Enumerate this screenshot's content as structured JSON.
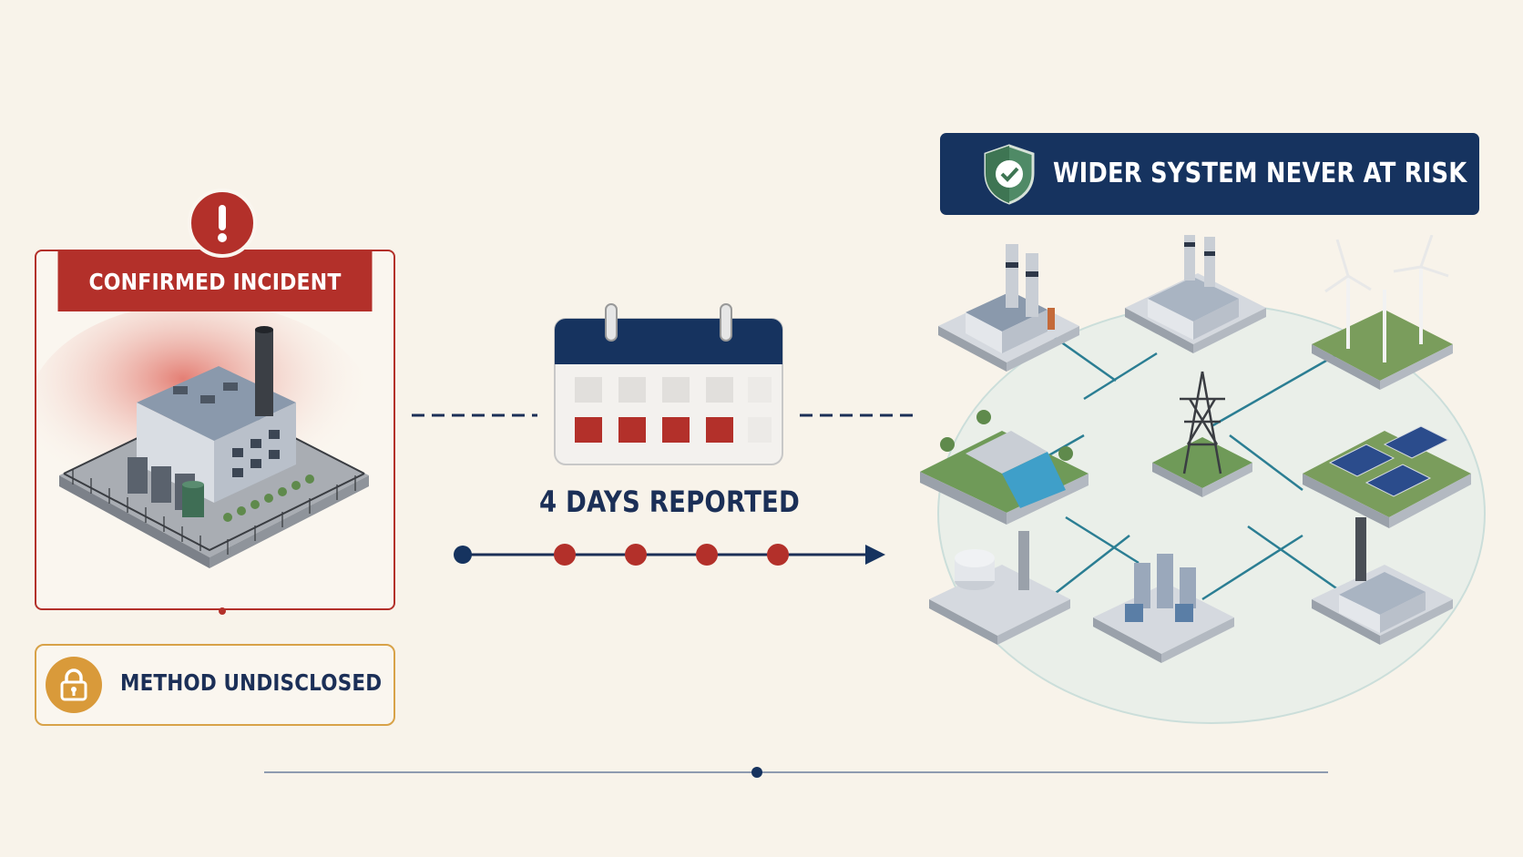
{
  "incident": {
    "title": "CONFIRMED INCIDENT",
    "status_color": "#b3302a",
    "icon": "exclamation-icon",
    "illustration": "industrial-facility-highlighted"
  },
  "method": {
    "label": "METHOD UNDISCLOSED",
    "icon": "padlock-icon",
    "accent": "#d99a3a"
  },
  "timeline": {
    "label": "4 DAYS REPORTED",
    "days_highlighted": 4,
    "icon": "calendar-icon"
  },
  "grid": {
    "title": "WIDER SYSTEM NEVER AT RISK",
    "icon": "shield-check-icon",
    "banner_color": "#16335f",
    "nodes": [
      "power-plant-icon",
      "factory-icon",
      "wind-turbines-icon",
      "hydro-dam-icon",
      "transmission-tower-icon",
      "solar-farm-icon",
      "storage-facility-icon",
      "processing-plant-icon",
      "industrial-plant-icon"
    ]
  }
}
